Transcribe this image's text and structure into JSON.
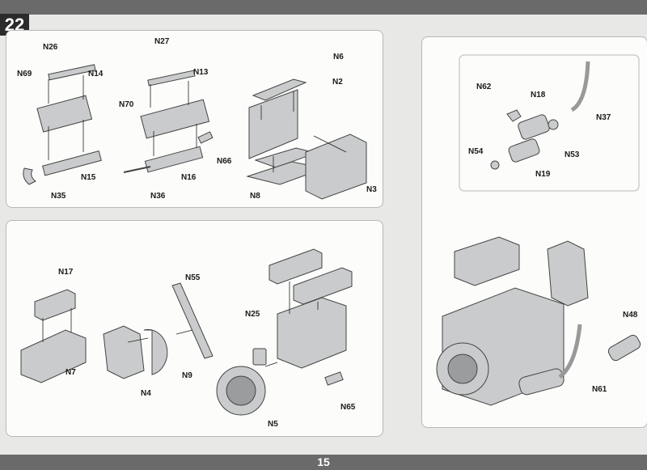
{
  "step": {
    "number": "22"
  },
  "page": {
    "number": "15"
  },
  "colors": {
    "bar": "#6a6a6a",
    "panel": "#fcfcfa",
    "part": "#c9cbcc",
    "line": "#222222"
  },
  "labels": {
    "n26": "N26",
    "n27": "N27",
    "n69": "N69",
    "n14": "N14",
    "n13": "N13",
    "n70": "N70",
    "n6": "N6",
    "n2": "N2",
    "n15": "N15",
    "n16": "N16",
    "n66": "N66",
    "n35": "N35",
    "n36": "N36",
    "n8": "N8",
    "n3": "N3",
    "n17": "N17",
    "n55": "N55",
    "n25": "N25",
    "n7": "N7",
    "n9": "N9",
    "n4": "N4",
    "n65": "N65",
    "n5": "N5",
    "n62": "N62",
    "n18": "N18",
    "n37": "N37",
    "n54": "N54",
    "n53": "N53",
    "n19": "N19",
    "n48": "N48",
    "n61": "N61"
  }
}
